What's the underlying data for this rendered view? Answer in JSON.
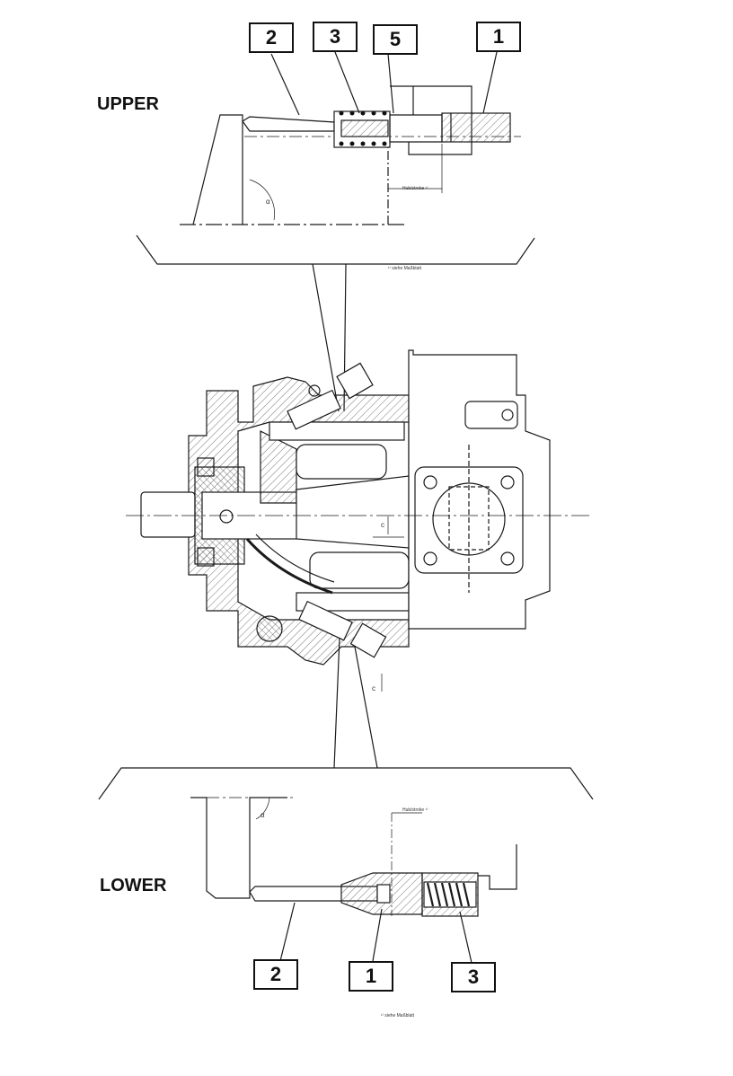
{
  "labels": {
    "upper_title": "UPPER",
    "lower_title": "LOWER",
    "footnote": "¹⁾ siehe Maßblatt",
    "stroke_label": "Hub/stroke ¹⁾",
    "angle_label": "α",
    "dim_c": "c"
  },
  "callouts": {
    "upper": [
      "2",
      "3",
      "5",
      "1"
    ],
    "lower": [
      "2",
      "1",
      "3"
    ]
  },
  "colors": {
    "line": "#1a1a1a",
    "hatch": "#555555",
    "background": "#ffffff"
  }
}
